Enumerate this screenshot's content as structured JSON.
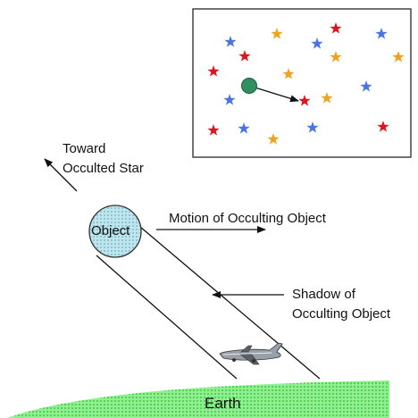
{
  "labels": {
    "toward_line1": "Toward",
    "toward_line2": "Occulted Star",
    "object": "Object",
    "motion": "Motion of Occulting Object",
    "shadow_line1": "Shadow of",
    "shadow_line2": "Occulting Object",
    "earth": "Earth"
  },
  "colors": {
    "star_red": "#e0141e",
    "star_orange": "#f0a21c",
    "star_blue": "#4a74e6",
    "object_dot": "#2f8f5f",
    "object_fill": "#bfe6ee",
    "earth_fill": "#72e672"
  },
  "icons": {
    "airplane": "airplane-icon"
  }
}
